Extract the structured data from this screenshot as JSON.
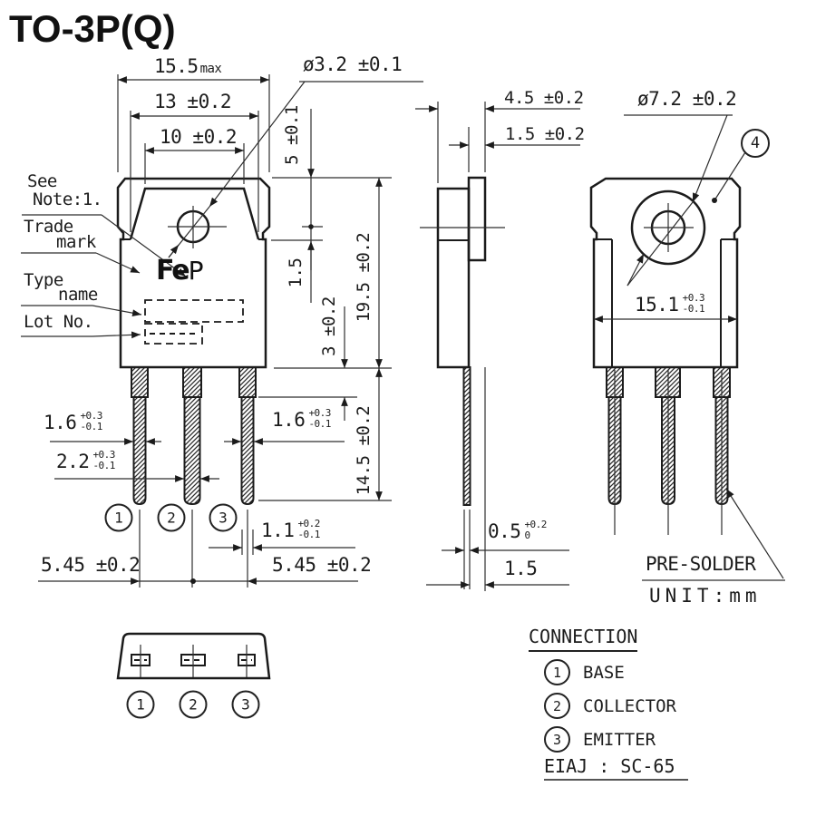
{
  "title": "TO-3P(Q)",
  "front_view": {
    "callout_labels": {
      "see_note_line1": "See",
      "see_note_line2": "Note:1.",
      "trade_mark_line1": "Trade",
      "trade_mark_line2": "mark",
      "type_name_line1": "Type",
      "type_name_line2": "name",
      "lot_no": "Lot No.",
      "logo_fe": "Fe",
      "logo_p": "P"
    },
    "dims": {
      "width_max": {
        "value": "15.5",
        "suffix": "max"
      },
      "width_13": "13 ±0.2",
      "width_10": "10 ±0.2",
      "hole_dia": "ø3.2 ±0.1",
      "hole_from_top": "5 ±0.1",
      "hole_to_step": "1.5",
      "body_height": "19.5 ±0.2",
      "stub_length": "3 ±0.2",
      "lead_length": "14.5 ±0.2",
      "lead1_width": {
        "value": "1.6",
        "plus": "+0.3",
        "minus": "-0.1"
      },
      "lead2_width": {
        "value": "2.2",
        "plus": "+0.3",
        "minus": "-0.1"
      },
      "lead3_width": {
        "value": "1.6",
        "plus": "+0.3",
        "minus": "-0.1"
      },
      "lead_tip_width": {
        "value": "1.1",
        "plus": "+0.2",
        "minus": "-0.1"
      },
      "pitch_left": "5.45 ±0.2",
      "pitch_right": "5.45 ±0.2"
    },
    "pins": [
      "1",
      "2",
      "3"
    ]
  },
  "side_view": {
    "dims": {
      "depth": "4.5 ±0.2",
      "tab_thickness": "1.5 ±0.2",
      "lead_thickness": {
        "value": "0.5",
        "plus": "+0.2",
        "minus": "0"
      },
      "lead_offset": "1.5"
    }
  },
  "back_view": {
    "dims": {
      "boss_dia": "ø7.2 ±0.2",
      "bottom_width": {
        "value": "15.1",
        "plus": "+0.3",
        "minus": "-0.1"
      }
    },
    "callout_number": "4",
    "pre_solder_label": "PRE-SOLDER"
  },
  "bottom_view": {
    "pins": [
      "1",
      "2",
      "3"
    ]
  },
  "notes": {
    "unit_label": "UNIT:mm"
  },
  "connection": {
    "heading": "CONNECTION",
    "items": [
      {
        "pin": "1",
        "label": "BASE"
      },
      {
        "pin": "2",
        "label": "COLLECTOR"
      },
      {
        "pin": "3",
        "label": "EMITTER"
      }
    ],
    "standard": "EIAJ : SC-65"
  }
}
